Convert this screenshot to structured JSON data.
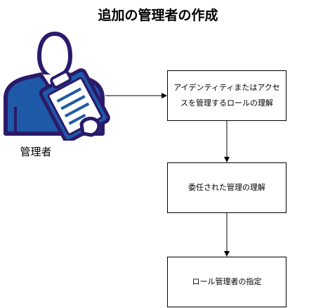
{
  "title": "追加の管理者の作成",
  "actor": {
    "label": "管理者",
    "icon": "administrator-with-clipboard-icon"
  },
  "steps": [
    {
      "label": "アイデンティティまたはアクセスを管理するロールの理解"
    },
    {
      "label": "委任された管理の理解"
    },
    {
      "label": "ロール管理者の指定"
    }
  ],
  "colors": {
    "icon_outline": "#2b1a6b",
    "icon_fill": "#1e5aa8",
    "icon_light": "#ffffff",
    "line": "#000000"
  }
}
